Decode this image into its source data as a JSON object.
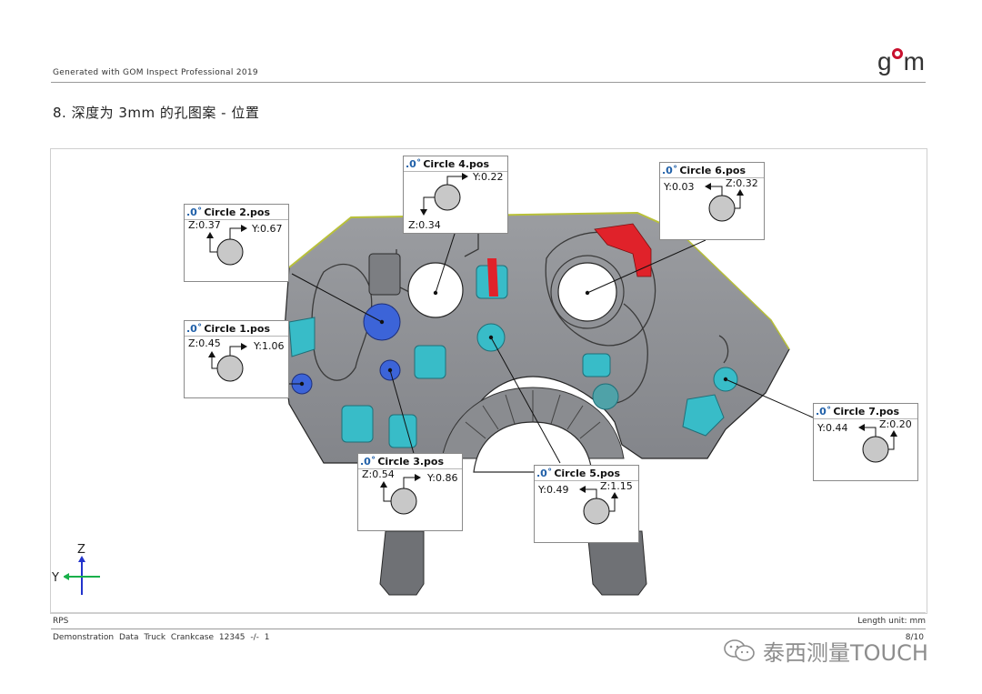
{
  "header": {
    "generated_text": "Generated with GOM Inspect Professional 2019",
    "logo_text": "gom"
  },
  "page_title": "8. 深度为 3mm 的孔图案 - 位置",
  "colors": {
    "part_gray": "#8f9195",
    "blue_hole": "#3c64d8",
    "cyan_pocket": "#38bcc8",
    "red_area": "#e0222a",
    "callout_icon": "#1f5fa8",
    "axis_green": "#18b04a",
    "axis_blue": "#2233cc"
  },
  "callouts": [
    {
      "title": "Circle 1.pos",
      "icon": "position-icon",
      "z": "Z:0.45",
      "y": "Y:1.06"
    },
    {
      "title": "Circle 2.pos",
      "icon": "position-icon",
      "z": "Z:0.37",
      "y": "Y:0.67"
    },
    {
      "title": "Circle 3.pos",
      "icon": "position-icon",
      "z": "Z:0.54",
      "y": "Y:0.86"
    },
    {
      "title": "Circle 4.pos",
      "icon": "position-icon",
      "z": "Z:0.34",
      "y": "Y:0.22"
    },
    {
      "title": "Circle 5.pos",
      "icon": "position-icon",
      "z": "Z:1.15",
      "y": "Y:0.49"
    },
    {
      "title": "Circle 6.pos",
      "icon": "position-icon",
      "z": "Z:0.32",
      "y": "Y:0.03"
    },
    {
      "title": "Circle 7.pos",
      "icon": "position-icon",
      "z": "Z:0.20",
      "y": "Y:0.44"
    }
  ],
  "axes": {
    "z_label": "Z",
    "y_label": "Y"
  },
  "footer": {
    "rps": "RPS",
    "length_unit": "Length unit: mm",
    "demo_text": "Demonstration Data   Truck Crankcase   12345   -/-   1",
    "page_number": "8/10"
  },
  "watermark": {
    "text": "泰西测量TOUCH",
    "icon": "wechat-icon"
  }
}
